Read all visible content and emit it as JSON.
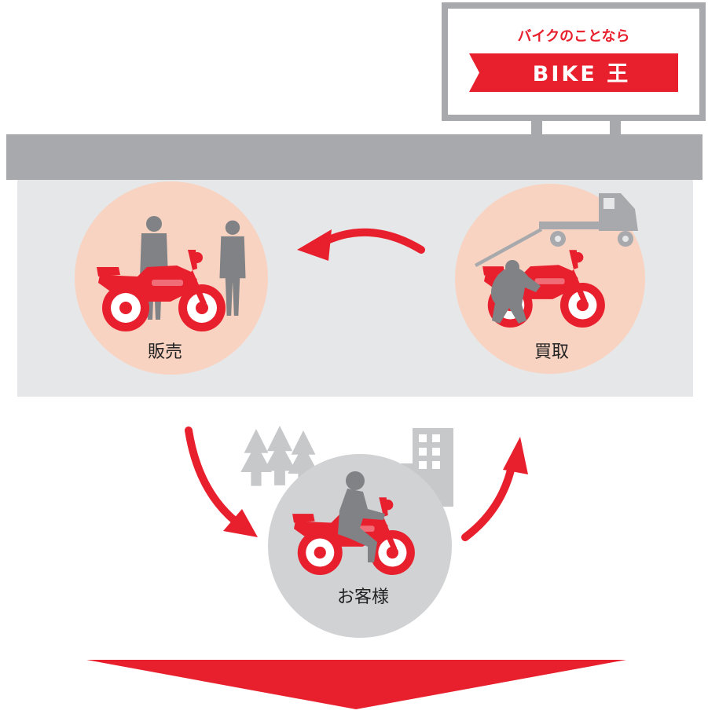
{
  "signboard": {
    "tagline": "バイクのことなら",
    "logo_text": "BIKE 王"
  },
  "nodes": {
    "sales": {
      "label": "販売"
    },
    "purchase": {
      "label": "買取"
    },
    "customer": {
      "label": "お客様"
    }
  },
  "colors": {
    "brand_red": "#e8202e",
    "store_fill": "#e6e7e8",
    "roof_gray": "#a7a9ac",
    "node_pink": "#f9d3c2",
    "node_gray": "#d1d2d4",
    "silhouette_gray": "#808285"
  },
  "icons": [
    "motorcycle-icon",
    "person-icon",
    "truck-icon",
    "tree-icon",
    "building-icon",
    "rider-icon",
    "arrow-icon"
  ]
}
